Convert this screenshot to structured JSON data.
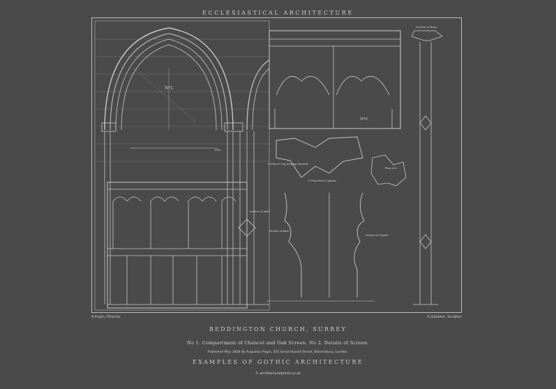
{
  "header": {
    "title": "ECCLESIASTICAL ARCHITECTURE"
  },
  "plate": {
    "labels": {
      "no1_arch": "Nº1.",
      "no3": "Nº3.",
      "feet": "Feet",
      "section_jamb": "Section of Jamb",
      "plan_cap_left": "D Plan of Cap showing Pinnacle",
      "plan_cap_center": "D Plan above Capitals",
      "plan_of": "Plan of A",
      "section_of_base": "Section of Base",
      "section_capital": "Section of Capital",
      "section_at_base": "Section at Base"
    }
  },
  "credits": {
    "left": "A.Pugin, Director",
    "right": "G.Gladwin, Sculptor"
  },
  "caption": {
    "church": "BEDDINGTON CHURCH, SURREY",
    "subtitle": "No 1. Compartment of Chancel and Oak Screen. No 2. Details of Screen.",
    "published": "Published May 1828 By Augustus Pugin, 105 Great Russell Street, Bloomsbury, London.",
    "series": "EXAMPLES OF GOTHIC ARCHITECTURE",
    "website": "© architecturalprints.co.uk"
  }
}
